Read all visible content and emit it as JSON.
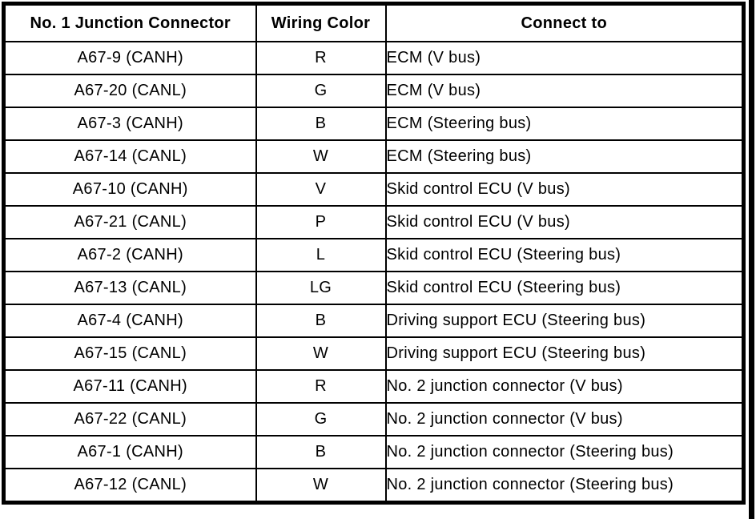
{
  "colors": {
    "border": "#000000",
    "background": "#ffffff",
    "text": "#000000"
  },
  "table": {
    "headers": {
      "connector": "No. 1 Junction Connector",
      "wiring_color": "Wiring Color",
      "connect_to": "Connect to"
    },
    "rows": [
      {
        "connector": "A67-9 (CANH)",
        "wiring_color": "R",
        "connect_to": "ECM (V bus)"
      },
      {
        "connector": "A67-20 (CANL)",
        "wiring_color": "G",
        "connect_to": "ECM (V bus)"
      },
      {
        "connector": "A67-3 (CANH)",
        "wiring_color": "B",
        "connect_to": "ECM (Steering bus)"
      },
      {
        "connector": "A67-14 (CANL)",
        "wiring_color": "W",
        "connect_to": "ECM (Steering bus)"
      },
      {
        "connector": "A67-10 (CANH)",
        "wiring_color": "V",
        "connect_to": "Skid control ECU (V bus)"
      },
      {
        "connector": "A67-21 (CANL)",
        "wiring_color": "P",
        "connect_to": "Skid control ECU (V bus)"
      },
      {
        "connector": "A67-2 (CANH)",
        "wiring_color": "L",
        "connect_to": "Skid control ECU (Steering bus)"
      },
      {
        "connector": "A67-13 (CANL)",
        "wiring_color": "LG",
        "connect_to": "Skid control ECU (Steering bus)"
      },
      {
        "connector": "A67-4 (CANH)",
        "wiring_color": "B",
        "connect_to": "Driving support ECU (Steering bus)"
      },
      {
        "connector": "A67-15 (CANL)",
        "wiring_color": "W",
        "connect_to": "Driving support ECU (Steering bus)"
      },
      {
        "connector": "A67-11 (CANH)",
        "wiring_color": "R",
        "connect_to": "No. 2 junction connector (V bus)"
      },
      {
        "connector": "A67-22 (CANL)",
        "wiring_color": "G",
        "connect_to": "No. 2 junction connector (V bus)"
      },
      {
        "connector": "A67-1 (CANH)",
        "wiring_color": "B",
        "connect_to": "No. 2 junction connector (Steering bus)"
      },
      {
        "connector": "A67-12 (CANL)",
        "wiring_color": "W",
        "connect_to": "No. 2 junction connector (Steering bus)"
      }
    ]
  }
}
